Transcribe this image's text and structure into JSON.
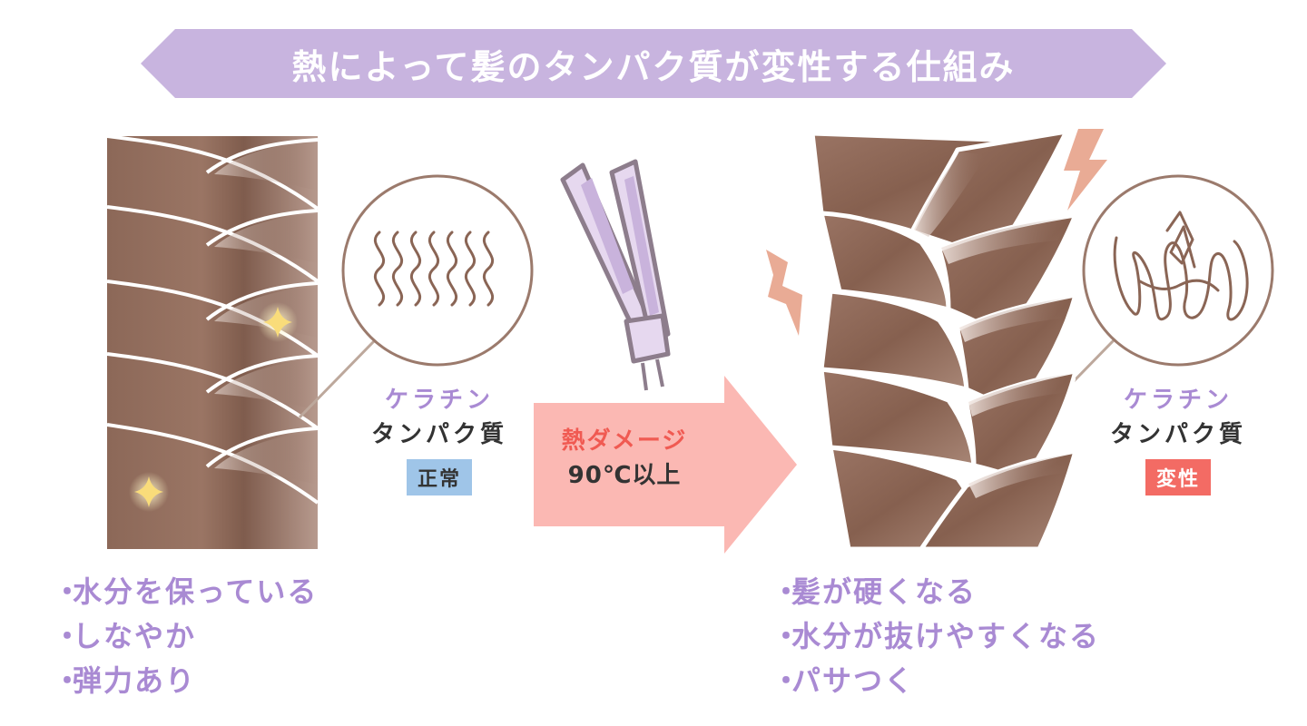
{
  "title": "熱によって髪のタンパク質が変性する仕組み",
  "left": {
    "keratin_label": "ケラチン",
    "protein_label": "タンパク質",
    "status": "正常",
    "bullets": [
      "水分を保っている",
      "しなやか",
      "弾力あり"
    ]
  },
  "middle": {
    "damage_label": "熱ダメージ",
    "temperature": "90℃以上"
  },
  "right": {
    "keratin_label": "ケラチン",
    "protein_label": "タンパク質",
    "status": "変性",
    "bullets": [
      "髪が硬くなる",
      "水分が抜けやすくなる",
      "パサつく"
    ]
  },
  "bullet_mark": "・",
  "colors": {
    "banner": "#c8b4df",
    "hair": "#8a6555",
    "accent_purple": "#a98ad3",
    "arrow": "#fbb8b3",
    "damage_red": "#f05a52",
    "badge_normal": "#9fc5e8",
    "badge_changed": "#f36b64",
    "bolt": "#e9ab95",
    "sparkle": "#f9dc7a",
    "iron": "#d8c8e6"
  }
}
